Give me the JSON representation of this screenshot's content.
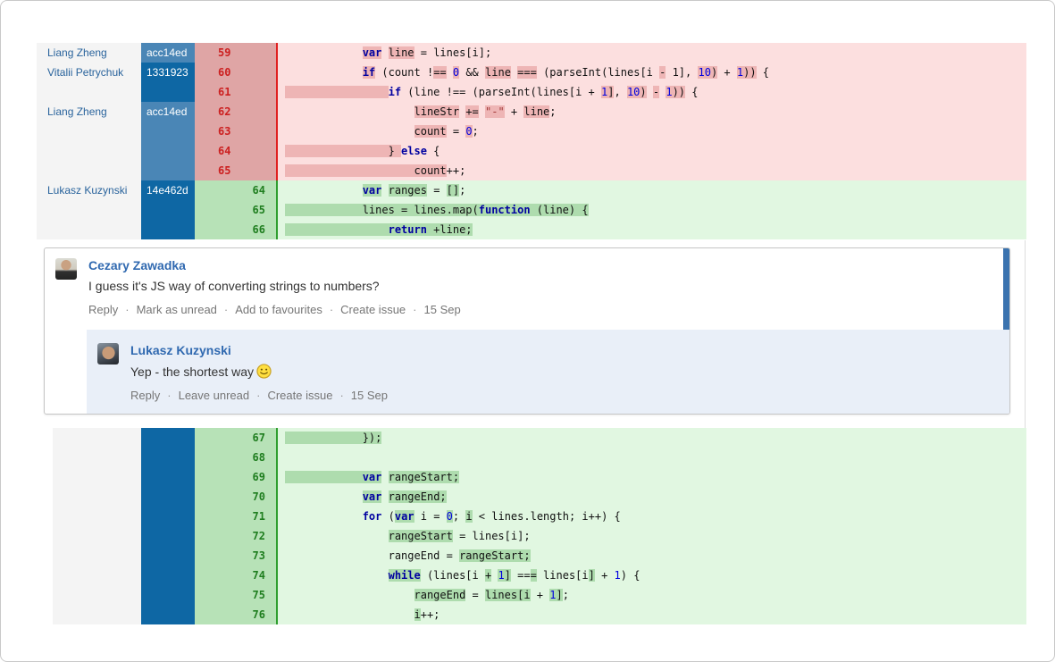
{
  "colors": {
    "commit_light": "#4a86b6",
    "commit_dark": "#0e67a4",
    "author_col_bg": "#f4f4f4",
    "author_text": "#29639c",
    "del_code_bg": "#fcdfdf",
    "del_hl": "#eeb5b5",
    "del_num_bg": "#dfa5a5",
    "del_num_text": "#cc2020",
    "del_sep": "#e02020",
    "add_code_bg": "#e1f7e1",
    "add_hl": "#aedcae",
    "add_num_bg": "#b7e2b7",
    "add_num_text": "#1f7e1f",
    "add_sep": "#2f9e2f",
    "kw": "#0000a0",
    "num_lit": "#0000e0",
    "str_lit": "#a33c3c",
    "reply_bg": "#e9eff8",
    "unread_bar": "#3b73af",
    "link_gray": "#767676",
    "name_blue": "#3069b0"
  },
  "diff_top": {
    "groups": [
      {
        "author": "Liang Zheng",
        "commit": "acc14ed",
        "shade": "light",
        "rows": [
          {
            "t": "d",
            "n": "59",
            "tok": [
              [
                "            "
              ],
              [
                "var",
                "k",
                1
              ],
              [
                " "
              ],
              [
                "line",
                "",
                1
              ],
              [
                " = lines[i];"
              ]
            ]
          }
        ]
      },
      {
        "author": "Vitalii Petrychuk",
        "commit": "1331923",
        "shade": "dark",
        "rows": [
          {
            "t": "d",
            "n": "60",
            "tok": [
              [
                "            "
              ],
              [
                "if",
                "k",
                1
              ],
              [
                " (count !"
              ],
              [
                "==",
                "",
                1
              ],
              [
                " "
              ],
              [
                "0",
                "n",
                1
              ],
              [
                " && "
              ],
              [
                "line",
                "",
                1
              ],
              [
                " "
              ],
              [
                "===",
                "",
                1
              ],
              [
                " (parseInt(lines[i "
              ],
              [
                "-",
                "",
                1
              ],
              [
                " 1], "
              ],
              [
                "10",
                "n",
                1
              ],
              [
                ")",
                "",
                1
              ],
              [
                " + "
              ],
              [
                "1",
                "n",
                1
              ],
              [
                "))",
                "",
                1
              ],
              [
                " {"
              ]
            ]
          },
          {
            "t": "d",
            "n": "61",
            "tok": [
              [
                "                ",
                "",
                1
              ],
              [
                "if",
                "k"
              ],
              [
                " (line !== (parseInt(lines[i + "
              ],
              [
                "1",
                "n",
                1
              ],
              [
                "]",
                "",
                1
              ],
              [
                ", "
              ],
              [
                "10",
                "n",
                1
              ],
              [
                ")",
                "",
                1
              ],
              [
                " "
              ],
              [
                "-",
                "",
                1
              ],
              [
                " "
              ],
              [
                "1",
                "n",
                1
              ],
              [
                "))",
                "",
                1
              ],
              [
                " {"
              ]
            ]
          }
        ]
      },
      {
        "author": "Liang Zheng",
        "commit": "acc14ed",
        "shade": "light",
        "rows": [
          {
            "t": "d",
            "n": "62",
            "tok": [
              [
                "                    "
              ],
              [
                "lineStr",
                "",
                1
              ],
              [
                " "
              ],
              [
                "+=",
                "",
                1
              ],
              [
                " "
              ],
              [
                "\"-\"",
                "s",
                1
              ],
              [
                " + "
              ],
              [
                "line",
                "",
                1
              ],
              [
                ";"
              ]
            ]
          },
          {
            "t": "d",
            "n": "63",
            "tok": [
              [
                "                    "
              ],
              [
                "count",
                "",
                1
              ],
              [
                " = "
              ],
              [
                "0",
                "n",
                1
              ],
              [
                ";"
              ]
            ]
          },
          {
            "t": "d",
            "n": "64",
            "tok": [
              [
                "                } ",
                "",
                1
              ],
              [
                "else",
                "k"
              ],
              [
                " {"
              ]
            ]
          },
          {
            "t": "d",
            "n": "65",
            "tok": [
              [
                "                    ",
                "",
                1
              ],
              [
                "count",
                "",
                1
              ],
              [
                "++;"
              ]
            ]
          }
        ]
      },
      {
        "author": "Lukasz Kuzynski",
        "commit": "14e462d",
        "shade": "dark",
        "rows": [
          {
            "t": "a",
            "n": "64",
            "tok": [
              [
                "            "
              ],
              [
                "var",
                "k",
                1
              ],
              [
                " "
              ],
              [
                "ranges",
                "",
                1
              ],
              [
                " = "
              ],
              [
                "[]",
                "",
                1
              ],
              [
                ";"
              ]
            ]
          },
          {
            "t": "a",
            "n": "65",
            "tok": [
              [
                "            lines = lines.map(",
                "",
                1
              ],
              [
                "function",
                "k",
                1
              ],
              [
                " (line) {",
                "",
                1
              ]
            ]
          },
          {
            "t": "a",
            "n": "66",
            "tok": [
              [
                "                ",
                "",
                1
              ],
              [
                "return",
                "k",
                1
              ],
              [
                " +line;",
                "",
                1
              ]
            ]
          }
        ]
      }
    ]
  },
  "diff_bottom": {
    "groups": [
      {
        "author": "",
        "commit": "",
        "shade": "dark",
        "rows": [
          {
            "t": "a",
            "n": "67",
            "tok": [
              [
                "            ",
                "",
                1
              ],
              [
                "});",
                "",
                1
              ]
            ]
          },
          {
            "t": "a",
            "n": "68",
            "tok": []
          },
          {
            "t": "a",
            "n": "69",
            "tok": [
              [
                "            ",
                "",
                1
              ],
              [
                "var",
                "k",
                1
              ],
              [
                " "
              ],
              [
                "rangeStart;",
                "",
                1
              ]
            ]
          },
          {
            "t": "a",
            "n": "70",
            "tok": [
              [
                "            "
              ],
              [
                "var",
                "k",
                1
              ],
              [
                " "
              ],
              [
                "rangeEnd;",
                "",
                1
              ]
            ]
          },
          {
            "t": "a",
            "n": "71",
            "tok": [
              [
                "            "
              ],
              [
                "for",
                "k"
              ],
              [
                " ("
              ],
              [
                "var",
                "k",
                1
              ],
              [
                " i = "
              ],
              [
                "0",
                "n",
                1
              ],
              [
                "; "
              ],
              [
                "i",
                "",
                1
              ],
              [
                " < lines.length; i++) {"
              ]
            ]
          },
          {
            "t": "a",
            "n": "72",
            "tok": [
              [
                "                "
              ],
              [
                "rangeStart",
                "",
                1
              ],
              [
                " = lines[i];"
              ]
            ]
          },
          {
            "t": "a",
            "n": "73",
            "tok": [
              [
                "                "
              ],
              [
                "rangeEnd = "
              ],
              [
                "rangeStart;",
                "",
                1
              ]
            ]
          },
          {
            "t": "a",
            "n": "74",
            "tok": [
              [
                "                "
              ],
              [
                "while",
                "k",
                1
              ],
              [
                " (lines[i "
              ],
              [
                "+",
                "",
                1
              ],
              [
                " "
              ],
              [
                "1",
                "n",
                1
              ],
              [
                "]",
                "",
                1
              ],
              [
                " =="
              ],
              [
                "=",
                "",
                1
              ],
              [
                " lines[i"
              ],
              [
                "]",
                "",
                1
              ],
              [
                " + "
              ],
              [
                "1",
                "n"
              ],
              [
                ") {"
              ]
            ]
          },
          {
            "t": "a",
            "n": "75",
            "tok": [
              [
                "                    "
              ],
              [
                "rangeEnd",
                "",
                1
              ],
              [
                " = "
              ],
              [
                "lines[i",
                "",
                1
              ],
              [
                " + "
              ],
              [
                "1",
                "n",
                1
              ],
              [
                "]",
                "",
                1
              ],
              [
                ";"
              ]
            ]
          },
          {
            "t": "a",
            "n": "76",
            "tok": [
              [
                "                    "
              ],
              [
                "i",
                "",
                1
              ],
              [
                "++;"
              ]
            ]
          }
        ]
      }
    ]
  },
  "comments": {
    "sep": "·",
    "main": {
      "author": "Cezary Zawadka",
      "body": "I guess it's JS way of converting strings to numbers?",
      "actions": [
        "Reply",
        "Mark as unread",
        "Add to favourites",
        "Create issue"
      ],
      "date": "15 Sep"
    },
    "reply": {
      "author": "Lukasz Kuzynski",
      "body": "Yep - the shortest way",
      "emoticon": "smile-emoticon",
      "actions": [
        "Reply",
        "Leave unread",
        "Create issue"
      ],
      "date": "15 Sep"
    }
  }
}
